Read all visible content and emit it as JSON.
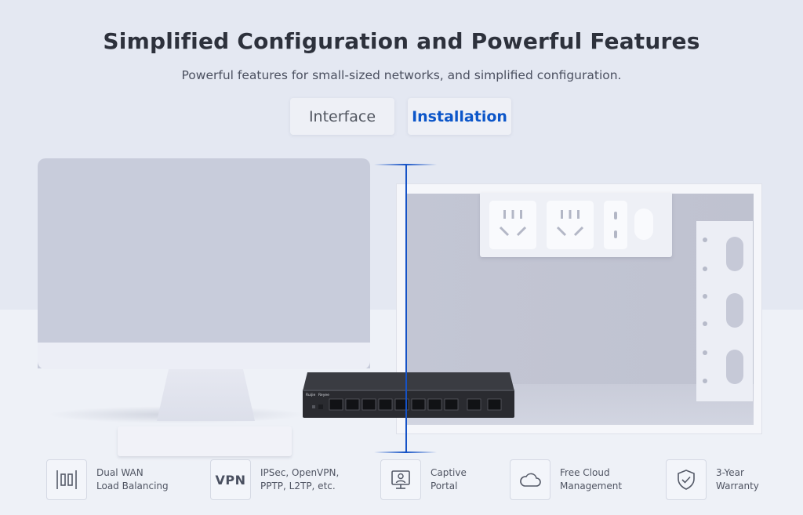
{
  "header": {
    "title": "Simplified Configuration and Powerful Features",
    "subtitle": "Powerful features for small-sized networks, and simplified configuration."
  },
  "tabs": [
    {
      "label": "Interface",
      "active": false
    },
    {
      "label": "Installation",
      "active": true
    }
  ],
  "accent_color": "#0c56c9",
  "router": {
    "brand": "Ruijie",
    "sub_brand": "Reyee"
  },
  "features": [
    {
      "icon": "load-balancing-icon",
      "line1": "Dual WAN",
      "line2": "Load Balancing"
    },
    {
      "icon": "vpn-icon",
      "icon_text": "VPN",
      "line1": "IPSec, OpenVPN,",
      "line2": "PPTP, L2TP, etc."
    },
    {
      "icon": "captive-portal-icon",
      "line1": "Captive",
      "line2": "Portal"
    },
    {
      "icon": "cloud-icon",
      "line1": "Free Cloud",
      "line2": "Management"
    },
    {
      "icon": "shield-check-icon",
      "line1": "3-Year",
      "line2": "Warranty"
    }
  ]
}
